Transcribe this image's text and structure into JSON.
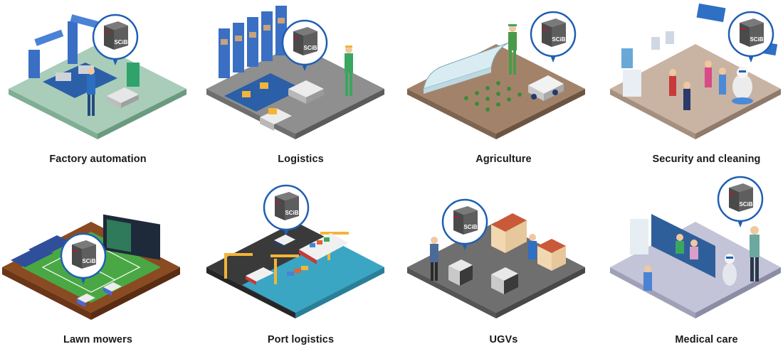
{
  "badge_text": "SCiB",
  "colors": {
    "badge_ring": "#1f5fb4",
    "battery_body": "#5a5a5a",
    "battery_top": "#7a7a7a",
    "battery_stripe": "#c8102e",
    "factory_floor": "#a9cdb9",
    "logistics_floor": "#8f8f8f",
    "agri_floor": "#a2836a",
    "security_floor": "#c9b3a3",
    "lawn_floor": "#4aa844",
    "port_floor": "#3a3a3a",
    "port_water": "#3aa6c4",
    "ugv_floor": "#6f6f6f",
    "medical_floor": "#c4c4d8"
  },
  "tiles": [
    {
      "id": "factory",
      "label": "Factory automation"
    },
    {
      "id": "logistics",
      "label": "Logistics"
    },
    {
      "id": "agriculture",
      "label": "Agriculture"
    },
    {
      "id": "security",
      "label": "Security and cleaning"
    },
    {
      "id": "lawn",
      "label": "Lawn mowers"
    },
    {
      "id": "port",
      "label": "Port logistics"
    },
    {
      "id": "ugv",
      "label": "UGVs"
    },
    {
      "id": "medical",
      "label": "Medical care"
    }
  ]
}
